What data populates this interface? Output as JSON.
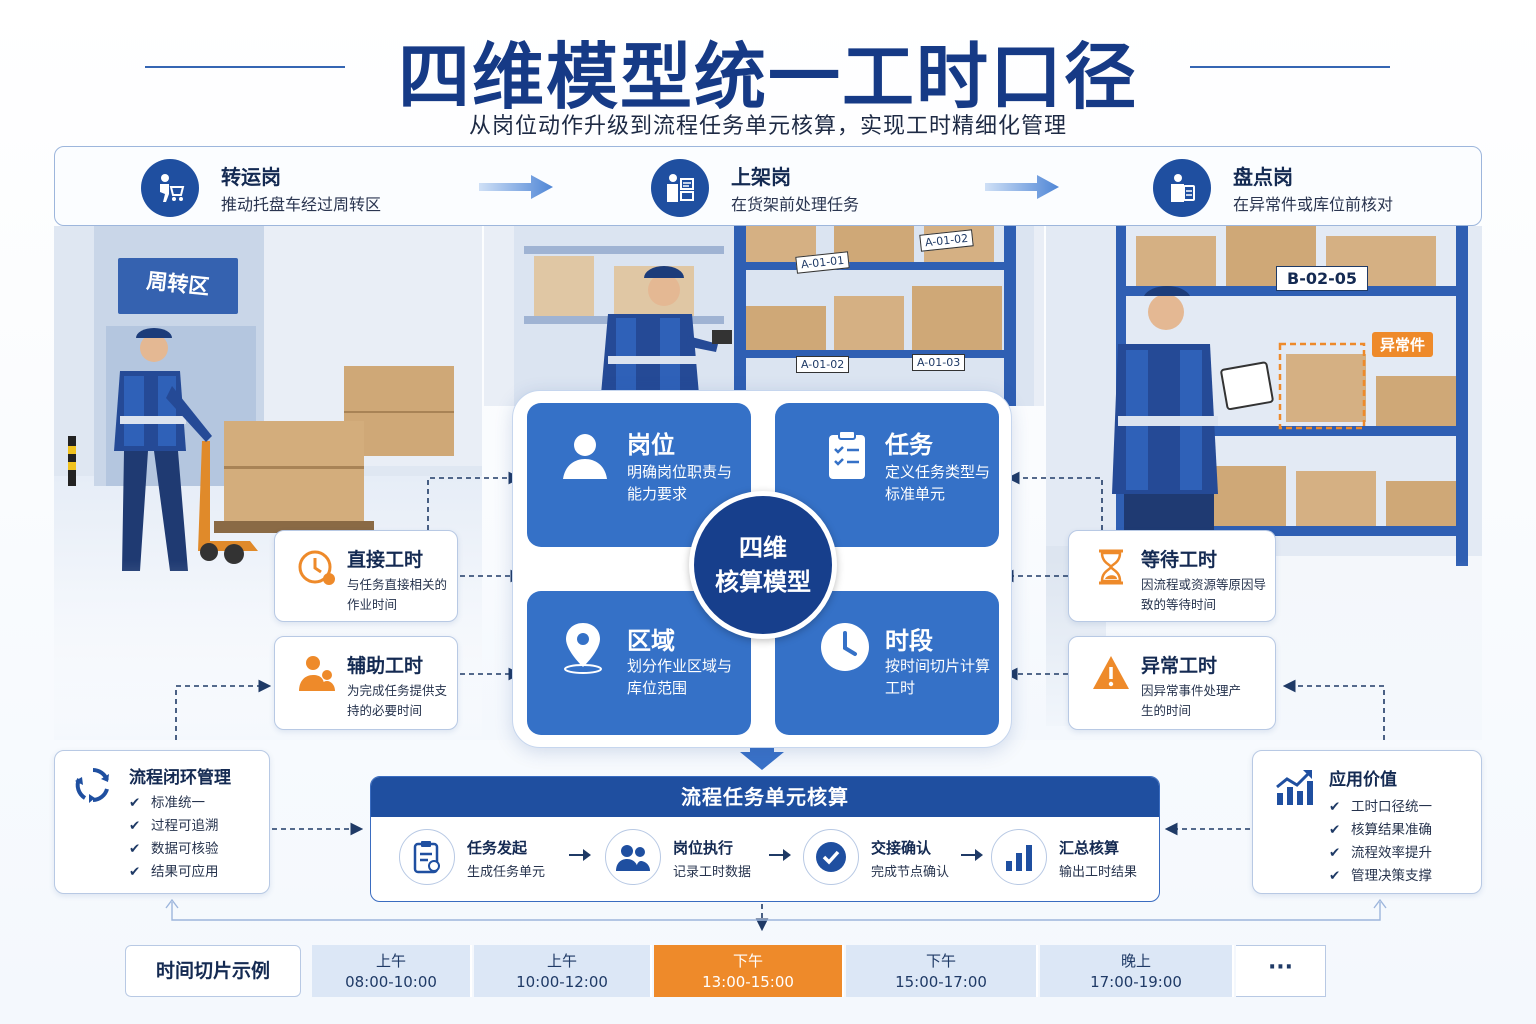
{
  "header": {
    "title": "四维模型统一工时口径",
    "subtitle": "从岗位动作升级到流程任务单元核算，实现工时精细化管理"
  },
  "stations": [
    {
      "title": "转运岗",
      "desc": "推动托盘车经过周转区",
      "icon": "cart-worker-icon"
    },
    {
      "title": "上架岗",
      "desc": "在货架前处理任务",
      "icon": "scanner-worker-icon"
    },
    {
      "title": "盘点岗",
      "desc": "在异常件或库位前核对",
      "icon": "clipboard-worker-icon"
    }
  ],
  "photos": {
    "zone_sign": "周转区",
    "shelf_labels": [
      "A-01-01",
      "A-01-02",
      "A-01-02",
      "A-01-03"
    ],
    "shelf_label_b": "B-02-05",
    "exception_tag": "异常件"
  },
  "model": {
    "center": [
      "四维",
      "核算模型"
    ],
    "quadrants": [
      {
        "title": "岗位",
        "desc": "明确岗位职责与能力要求",
        "icon": "person-icon"
      },
      {
        "title": "任务",
        "desc": "定义任务类型与标准单元",
        "icon": "checklist-icon"
      },
      {
        "title": "区域",
        "desc": "划分作业区域与库位范围",
        "icon": "location-pin-icon"
      },
      {
        "title": "时段",
        "desc": "按时间切片计算工时",
        "icon": "clock-icon"
      }
    ]
  },
  "time_types": [
    {
      "title": "直接工时",
      "desc": "与任务直接相关的作业时间",
      "icon": "clock-alert-icon"
    },
    {
      "title": "辅助工时",
      "desc": "为完成任务提供支持的必要时间",
      "icon": "support-people-icon"
    },
    {
      "title": "等待工时",
      "desc": "因流程或资源等原因导致的等待时间",
      "icon": "hourglass-icon"
    },
    {
      "title": "异常工时",
      "desc": "因异常事件处理产生的时间",
      "icon": "warning-icon"
    }
  ],
  "loop_box": {
    "title": "流程闭环管理",
    "icon": "cycle-icon",
    "items": [
      "标准统一",
      "过程可追溯",
      "数据可核验",
      "结果可应用"
    ]
  },
  "value_box": {
    "title": "应用价值",
    "icon": "trend-chart-icon",
    "items": [
      "工时口径统一",
      "核算结果准确",
      "流程效率提升",
      "管理决策支撑"
    ]
  },
  "process": {
    "title": "流程任务单元核算",
    "steps": [
      {
        "title": "任务发起",
        "desc": "生成任务单元",
        "icon": "task-doc-icon"
      },
      {
        "title": "岗位执行",
        "desc": "记录工时数据",
        "icon": "team-icon"
      },
      {
        "title": "交接确认",
        "desc": "完成节点确认",
        "icon": "check-circle-icon"
      },
      {
        "title": "汇总核算",
        "desc": "输出工时结果",
        "icon": "bar-chart-icon"
      }
    ]
  },
  "time_slices": {
    "label": "时间切片示例",
    "slots": [
      {
        "period": "上午",
        "range": "08:00-10:00",
        "active": false
      },
      {
        "period": "上午",
        "range": "10:00-12:00",
        "active": false
      },
      {
        "period": "下午",
        "range": "13:00-15:00",
        "active": true
      },
      {
        "period": "下午",
        "range": "15:00-17:00",
        "active": false
      },
      {
        "period": "晚上",
        "range": "17:00-19:00",
        "active": false
      }
    ],
    "more": "···"
  },
  "colors": {
    "primary": "#1f4fa0",
    "quad": "#3571c7",
    "accent": "#ee8a2a",
    "border": "#b8c9e4"
  }
}
